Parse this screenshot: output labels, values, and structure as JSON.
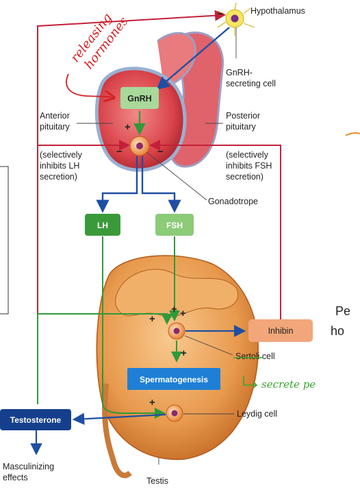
{
  "labels": {
    "hypothalamus": "Hypothalamus",
    "gnrh_cell_1": "GnRH-",
    "gnrh_cell_2": "secreting cell",
    "gnrh_box": "GnRH",
    "anterior_1": "Anterior",
    "anterior_2": "pituitary",
    "posterior_1": "Posterior",
    "posterior_2": "pituitary",
    "sel_lh_1": "(selectively",
    "sel_lh_2": "inhibits LH",
    "sel_lh_3": "secretion)",
    "sel_fsh_1": "(selectively",
    "sel_fsh_2": "inhibits FSH",
    "sel_fsh_3": "secretion)",
    "gonadotrope": "Gonadotrope",
    "lh_box": "LH",
    "fsh_box": "FSH",
    "inhibin_box": "Inhibin",
    "sertoli": "Sertoli cell",
    "spermatogenesis_box": "Spermatogenesis",
    "testosterone_box": "Testosterone",
    "leydig": "Leydig cell",
    "masculinizing_1": "Masculinizing",
    "masculinizing_2": "effects",
    "testis": "Testis",
    "plus": "+",
    "minus": "−"
  },
  "annotations": {
    "releasing_1": "releasing",
    "releasing_2": "hormones",
    "secrete": "secrete pe",
    "side_text_1": "Pe",
    "side_text_2": "ho"
  },
  "colors": {
    "stimulatory_arrow": "#2e9a3a",
    "inhibitory_arrow": "#c2203a",
    "blue_arrow": "#1e4fa3",
    "lh_box": "#3a9a3a",
    "fsh_box": "#8ccb78",
    "gnrh_box": "#a8d99a",
    "inhibin_box": "#f2a77a",
    "spermatogenesis_box": "#1f7fd6",
    "testosterone_box": "#153f8c",
    "handwriting_red": "#d42020",
    "handwriting_green": "#3aa52e",
    "pituitary": "#d9434a",
    "testis": "#e89a4e"
  }
}
